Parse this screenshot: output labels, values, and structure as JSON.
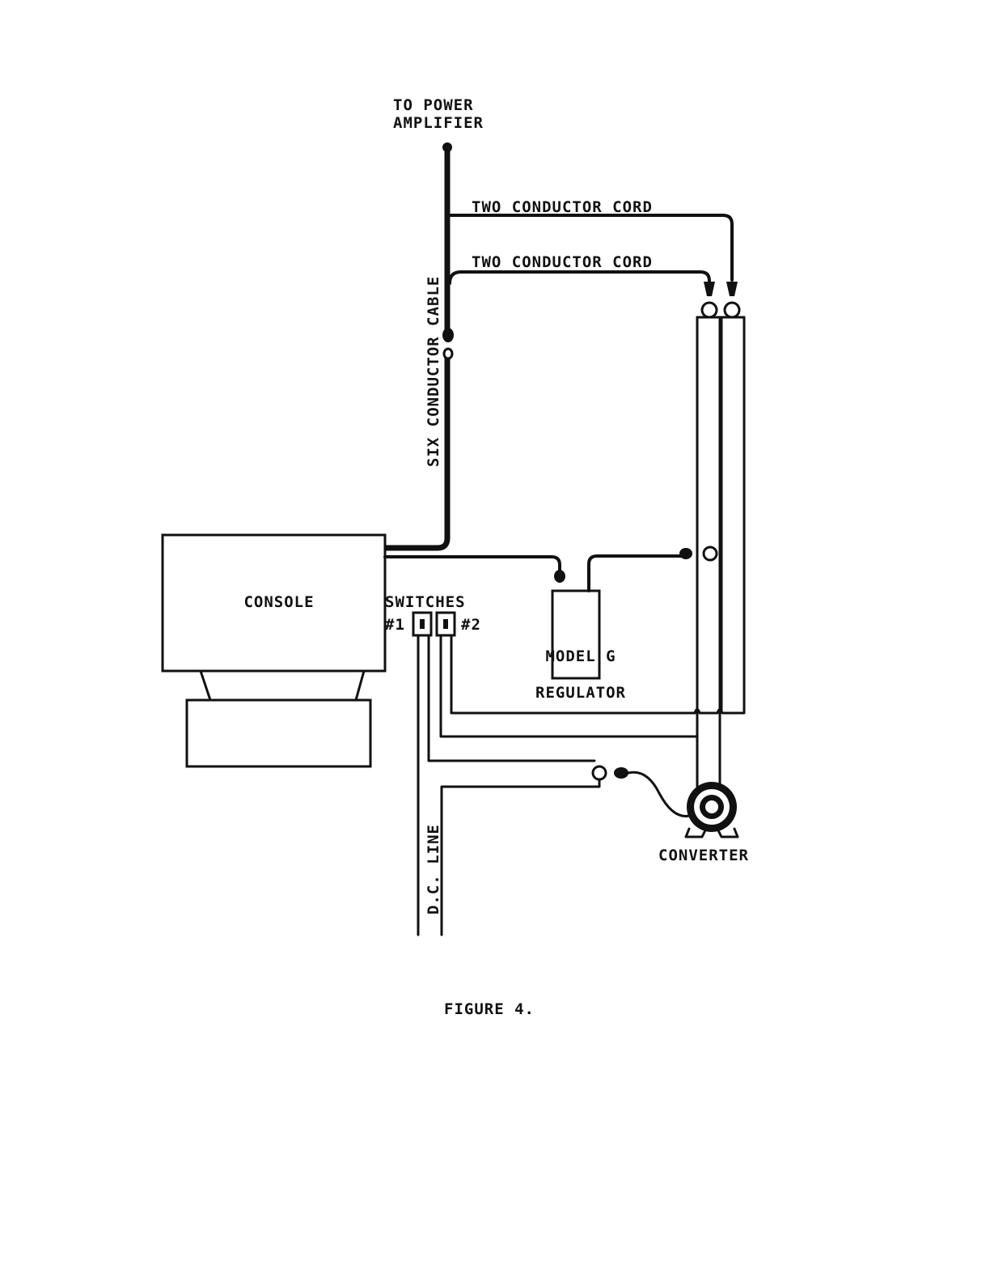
{
  "labels": {
    "to_power_line1": "TO POWER",
    "to_power_line2": "AMPLIFIER",
    "two_conductor_top": "TWO CONDUCTOR CORD",
    "two_conductor_bottom": "TWO CONDUCTOR CORD",
    "six_conductor": "SIX CONDUCTOR CABLE",
    "console": "CONSOLE",
    "switches": "SWITCHES",
    "switch_1": "#1",
    "switch_2": "#2",
    "regulator_line1": "MODEL G",
    "regulator_line2": "REGULATOR",
    "dc_line": "D.C. LINE",
    "converter": "CONVERTER",
    "caption": "FIGURE 4."
  },
  "colors": {
    "ink": "#111111",
    "paper": "#ffffff"
  }
}
